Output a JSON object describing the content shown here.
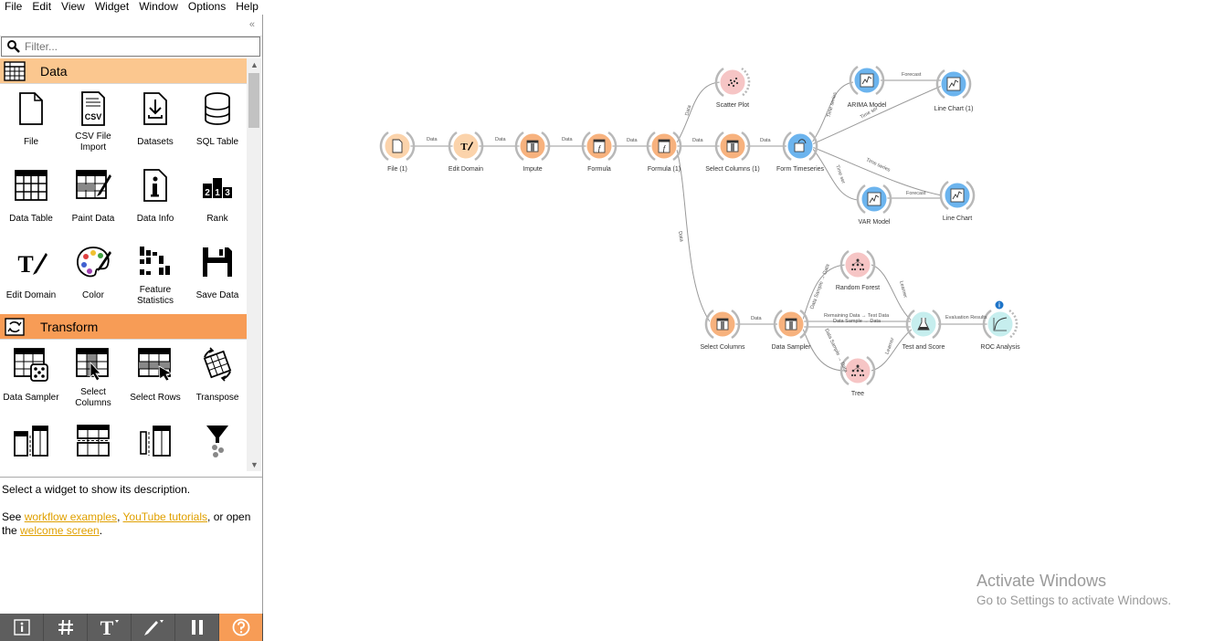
{
  "menubar": [
    "File",
    "Edit",
    "View",
    "Widget",
    "Window",
    "Options",
    "Help"
  ],
  "toolbox": {
    "filter_placeholder": "Filter...",
    "categories": [
      {
        "name": "Data",
        "color": "#fbc78f",
        "widgets": [
          "File",
          "CSV File Import",
          "Datasets",
          "SQL Table",
          "Data Table",
          "Paint Data",
          "Data Info",
          "Rank",
          "Edit Domain",
          "Color",
          "Feature Statistics",
          "Save Data"
        ]
      },
      {
        "name": "Transform",
        "color": "#f79c56",
        "widgets": [
          "Data Sampler",
          "Select Columns",
          "Select Rows",
          "Transpose"
        ]
      }
    ]
  },
  "description": {
    "line1": "Select a widget to show its description.",
    "see": "See ",
    "link1": "workflow examples",
    "comma": ", ",
    "link2": "YouTube tutorials",
    "or_open": ", or open the ",
    "link3": "welcome screen",
    "period": "."
  },
  "bottom_buttons": [
    "info-button",
    "grid-button",
    "text-button",
    "pen-button",
    "pause-button",
    "help-button"
  ],
  "workflow": {
    "nodes": [
      {
        "id": "file1",
        "label": "File (1)"
      },
      {
        "id": "editdomain",
        "label": "Edit Domain"
      },
      {
        "id": "impute",
        "label": "Impute"
      },
      {
        "id": "formula",
        "label": "Formula"
      },
      {
        "id": "formula1",
        "label": "Formula (1)"
      },
      {
        "id": "scatter",
        "label": "Scatter Plot"
      },
      {
        "id": "selcols1",
        "label": "Select Columns (1)"
      },
      {
        "id": "formts",
        "label": "Form Timeseries"
      },
      {
        "id": "arima",
        "label": "ARIMA Model"
      },
      {
        "id": "linechart1",
        "label": "Line Chart (1)"
      },
      {
        "id": "var",
        "label": "VAR Model"
      },
      {
        "id": "linechart",
        "label": "Line Chart"
      },
      {
        "id": "selcols",
        "label": "Select Columns"
      },
      {
        "id": "sampler",
        "label": "Data Sampler"
      },
      {
        "id": "rf",
        "label": "Random Forest"
      },
      {
        "id": "tree",
        "label": "Tree"
      },
      {
        "id": "testscore",
        "label": "Test and Score"
      },
      {
        "id": "roc",
        "label": "ROC Analysis"
      }
    ],
    "link_labels": {
      "data": "Data",
      "forecast": "Forecast",
      "time_series": "Time series",
      "time_series_short": "Time ser",
      "sample": "Data Sample → Data",
      "remaining": "Remaining Data → Test Data",
      "sample2": "Data Sample → Data",
      "learner": "Learner",
      "evaluation": "Evaluation Results"
    }
  },
  "watermark": {
    "title": "Activate Windows",
    "subtitle": "Go to Settings to activate Windows."
  }
}
